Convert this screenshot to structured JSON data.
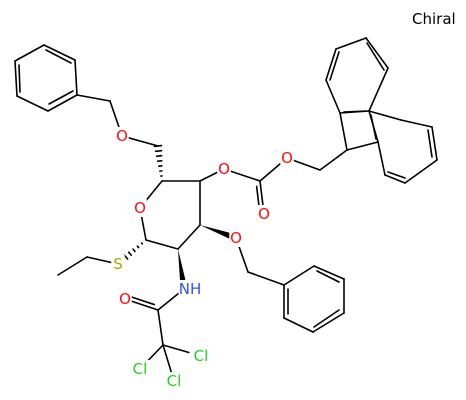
{
  "stereo_flag": "Chiral",
  "colors": {
    "bond": "#000000",
    "O": "#ff0d0d",
    "N": "#3050f8",
    "S": "#b8a000",
    "Cl": "#1fd01f"
  },
  "atom_labels": [
    {
      "id": "o-benzyl-ether-top",
      "text": "O",
      "element": "O"
    },
    {
      "id": "o-ring",
      "text": "O",
      "element": "O"
    },
    {
      "id": "o-carbonate-ester",
      "text": "O",
      "element": "O"
    },
    {
      "id": "o-carbonate-alkyl",
      "text": "O",
      "element": "O"
    },
    {
      "id": "o-carbonyl-carbonate",
      "text": "O",
      "element": "O"
    },
    {
      "id": "o-benzyl-ether-c3",
      "text": "O",
      "element": "O"
    },
    {
      "id": "s-thioether",
      "text": "S",
      "element": "S"
    },
    {
      "id": "n-amide",
      "text": "NH",
      "element": "N"
    },
    {
      "id": "o-amide-carbonyl",
      "text": "O",
      "element": "O"
    },
    {
      "id": "cl-1",
      "text": "Cl",
      "element": "Cl"
    },
    {
      "id": "cl-2",
      "text": "Cl",
      "element": "Cl"
    },
    {
      "id": "cl-3",
      "text": "Cl",
      "element": "Cl"
    }
  ]
}
